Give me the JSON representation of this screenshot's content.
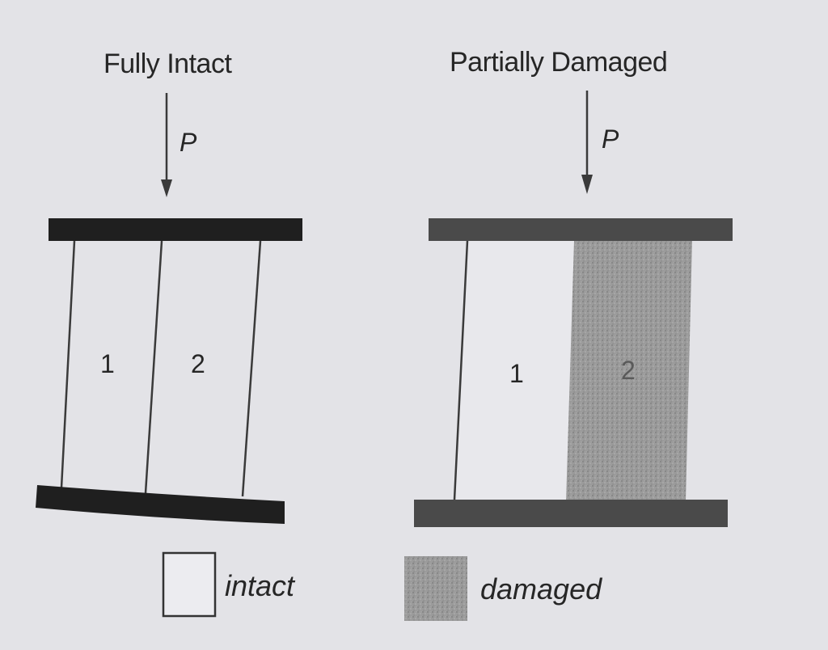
{
  "panels": {
    "left": {
      "title": "Fully Intact",
      "force_label": "P",
      "column_labels": [
        "1",
        "2"
      ]
    },
    "right": {
      "title": "Partially Damaged",
      "force_label": "P",
      "column_labels": [
        "1",
        "2"
      ]
    }
  },
  "legend": {
    "intact_label": "intact",
    "damaged_label": "damaged"
  },
  "colors": {
    "background": "#e3e3e7",
    "plate": "#1f1f1f",
    "plate_damaged": "#4a4a4a",
    "intact_fill": "#e8e8ec",
    "damaged_fill": "#9a9a9a",
    "line": "#3a3a3a"
  }
}
